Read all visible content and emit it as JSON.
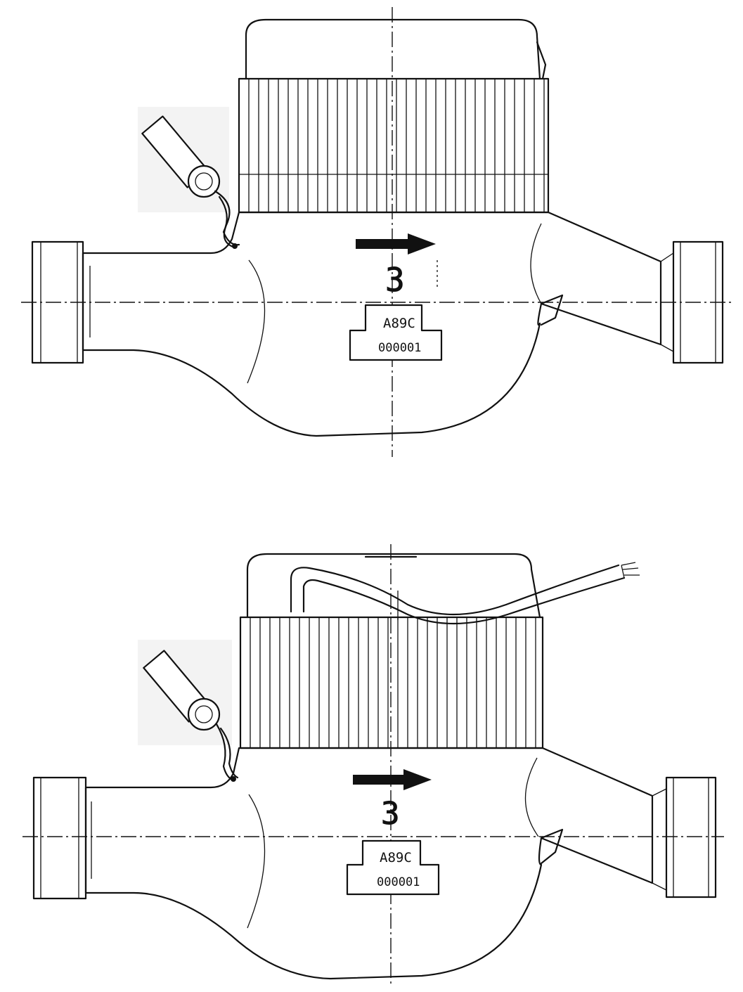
{
  "figures": [
    {
      "id": "meter-top",
      "flow_arrow": "arrow-right-icon",
      "mark_symbol": "3",
      "nameplate": {
        "code": "A89C",
        "serial": "000001",
        "serial_display": "mirrored"
      },
      "has_cable": false
    },
    {
      "id": "meter-bottom",
      "flow_arrow": "arrow-right-icon",
      "mark_symbol": "3",
      "nameplate": {
        "code": "A89C",
        "serial": "000001",
        "serial_display": "mirrored"
      },
      "has_cable": true
    }
  ]
}
